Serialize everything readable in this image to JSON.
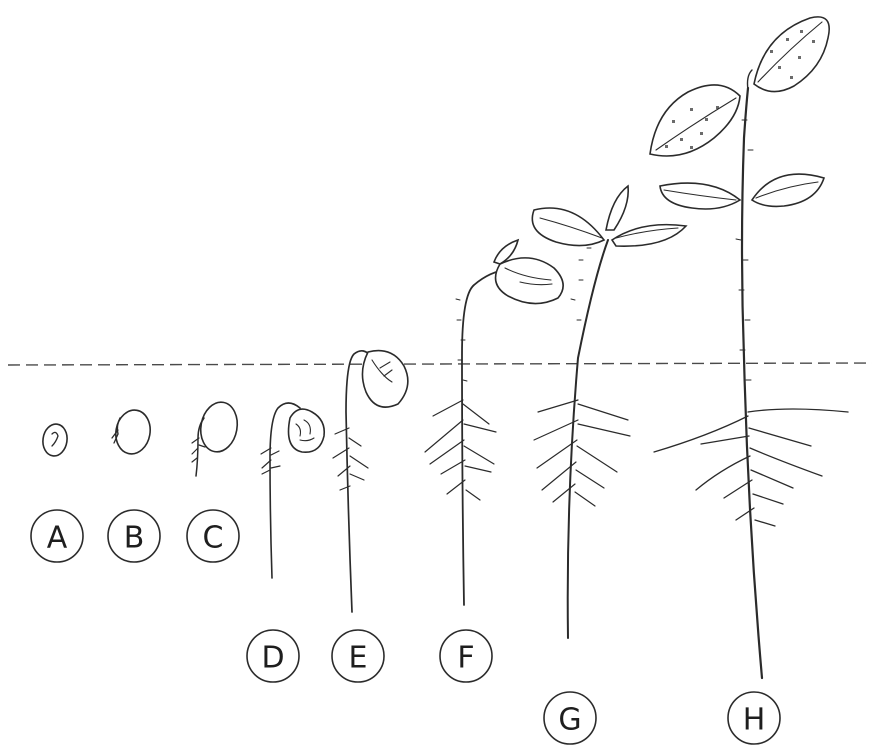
{
  "stages": [
    {
      "id": "A",
      "label": "A"
    },
    {
      "id": "B",
      "label": "B"
    },
    {
      "id": "C",
      "label": "C"
    },
    {
      "id": "D",
      "label": "D"
    },
    {
      "id": "E",
      "label": "E"
    },
    {
      "id": "F",
      "label": "F"
    },
    {
      "id": "G",
      "label": "G"
    },
    {
      "id": "H",
      "label": "H"
    }
  ],
  "colors": {
    "ink": "#2b2b2b",
    "background": "#ffffff",
    "soil_line": "#4a4a4a"
  }
}
